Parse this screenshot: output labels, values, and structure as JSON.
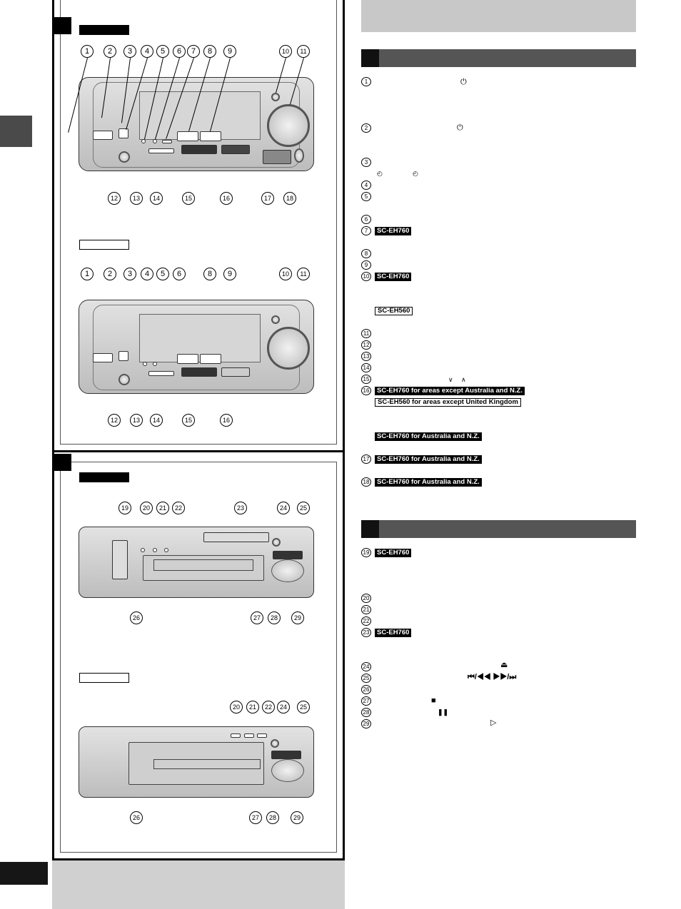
{
  "tags": {
    "eh760": "SC-EH760",
    "eh560": "SC-EH560",
    "eh760_except_au": "SC-EH760 for areas except Australia and N.Z.",
    "eh560_except_uk": "SC-EH560 for areas except United Kingdom",
    "eh760_au": "SC-EH760 for Australia and N.Z."
  },
  "symbols": {
    "power": "⏻",
    "clock_a": "◴",
    "clock_b": "◴",
    "v": "∨",
    "caret": "∧",
    "eject": "⏏",
    "skip": "⏮/◀◀  ▶▶/⏭",
    "stop": "■",
    "pause": "❚❚",
    "play": "▷"
  },
  "callouts_main": [
    "1",
    "2",
    "3",
    "4",
    "5",
    "6",
    "7",
    "8",
    "9",
    "10",
    "11",
    "12",
    "13",
    "14",
    "15",
    "16",
    "17",
    "18"
  ],
  "callouts_main_560_top": [
    "1",
    "2",
    "3",
    "4",
    "5",
    "6",
    "8",
    "9",
    "10",
    "11"
  ],
  "callouts_main_560_bottom": [
    "12",
    "13",
    "14",
    "15",
    "16"
  ],
  "callouts_deck_760_top": [
    "19",
    "20",
    "21",
    "22",
    "23",
    "24",
    "25"
  ],
  "callouts_deck_760_bottom": [
    "26",
    "27",
    "28",
    "29"
  ],
  "callouts_deck_560_top": [
    "20",
    "21",
    "22",
    "24",
    "25"
  ],
  "callouts_deck_560_bottom": [
    "26",
    "27",
    "28",
    "29"
  ],
  "list_main": [
    "1",
    "2",
    "3",
    "4",
    "5",
    "6",
    "7",
    "8",
    "9",
    "10",
    "11",
    "12",
    "13",
    "14",
    "15",
    "16",
    "17",
    "18"
  ],
  "list_deck": [
    "19",
    "20",
    "21",
    "22",
    "23",
    "24",
    "25",
    "26",
    "27",
    "28",
    "29"
  ]
}
